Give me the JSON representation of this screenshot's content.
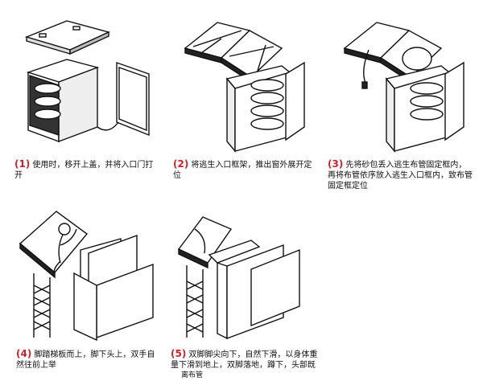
{
  "steps": [
    {
      "num": "(1)",
      "text": "使用时，移开上盖，并将入口门打开"
    },
    {
      "num": "(2)",
      "text": "将逃生入口框架，推出窗外展开定位"
    },
    {
      "num": "(3)",
      "text": "先将砂包丢入逃生布管固定框内，再将布管依序放入逃生入口框内，致布管固定框定位"
    },
    {
      "num": "(4)",
      "text": "脚踏梯板而上，脚下头上，双手自然往前上举"
    },
    {
      "num": "(5)",
      "text": "双脚脚尖向下，自然下滑，以身体重量下滑到地上，双脚落地，蹲下，头部既"
    }
  ],
  "footer_label": "离布管"
}
